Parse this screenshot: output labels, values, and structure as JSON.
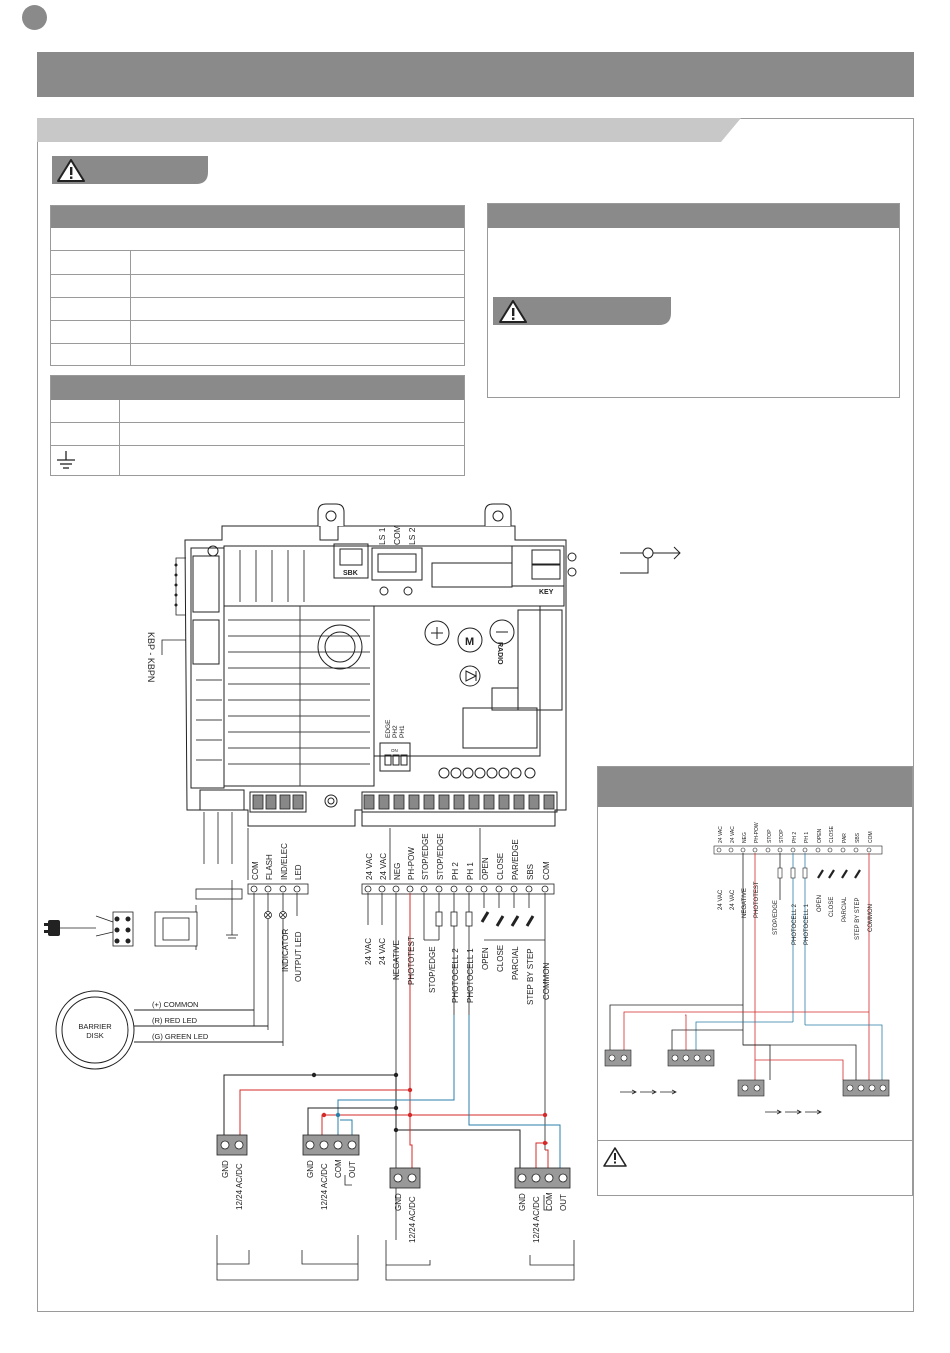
{
  "board": {
    "top_labels": [
      "LS 1",
      "COM",
      "LS 2"
    ],
    "sbk_label": "SBK",
    "key_label": "KEY",
    "kbp_label": "KBP - KBPN",
    "radio_label": "RADIO",
    "motor_label": "M",
    "dip_labels": [
      "EDGE",
      "PH2",
      "PH1"
    ],
    "dip_on": "ON"
  },
  "left_terminals": [
    "COM",
    "FLASH",
    "IND/ELEC",
    "LED"
  ],
  "left_signals": [
    "INDICATOR",
    "OUTPUT LED"
  ],
  "barrier": {
    "disk_lines": [
      "BARRIER",
      "DISK"
    ],
    "wires": [
      "(+) COMMON",
      "(R) RED LED",
      "(G) GREEN LED"
    ]
  },
  "right_terminals": [
    "24 VAC",
    "24 VAC",
    "NEG",
    "PH-POW",
    "STOP/EDGE",
    "STOP/EDGE",
    "PH 2",
    "PH 1",
    "OPEN",
    "CLOSE",
    "PAR/EDGE",
    "SBS",
    "COM"
  ],
  "right_signals": [
    "24  VAC",
    "24  VAC",
    "NEGATIVE",
    "PHOTOTEST",
    "STOP/EDGE",
    "PHOTOCELL 2",
    "PHOTOCELL 1",
    "OPEN",
    "CLOSE",
    "PARCIAL",
    "STEP BY STEP",
    "COMMON"
  ],
  "device_labels": {
    "power": [
      "GND",
      "12/24 AC/DC"
    ],
    "output": [
      "GND",
      "12/24 AC/DC",
      "COM",
      "OUT"
    ]
  },
  "inset": {
    "terminals": [
      "24 VAC",
      "24 VAC",
      "NEG",
      "PH-POW",
      "STOP",
      "STOP",
      "PH 2",
      "PH 1",
      "OPEN",
      "CLOSE",
      "PAR",
      "SBS",
      "COM"
    ],
    "signals": [
      "24 VAC",
      "24 VAC",
      "NEGATIVE",
      "PHOTOTEST",
      "STOP/EDGE",
      "PHOTOCELL 2",
      "PHOTOCELL 1",
      "OPEN",
      "CLOSE",
      "PARCIAL",
      "STEP BY STEP",
      "COMMON"
    ]
  },
  "colors": {
    "header": "#8a8a8a",
    "accent_red": "#d42a2a",
    "accent_blue": "#2a7fa8",
    "wire_black": "#222222"
  }
}
